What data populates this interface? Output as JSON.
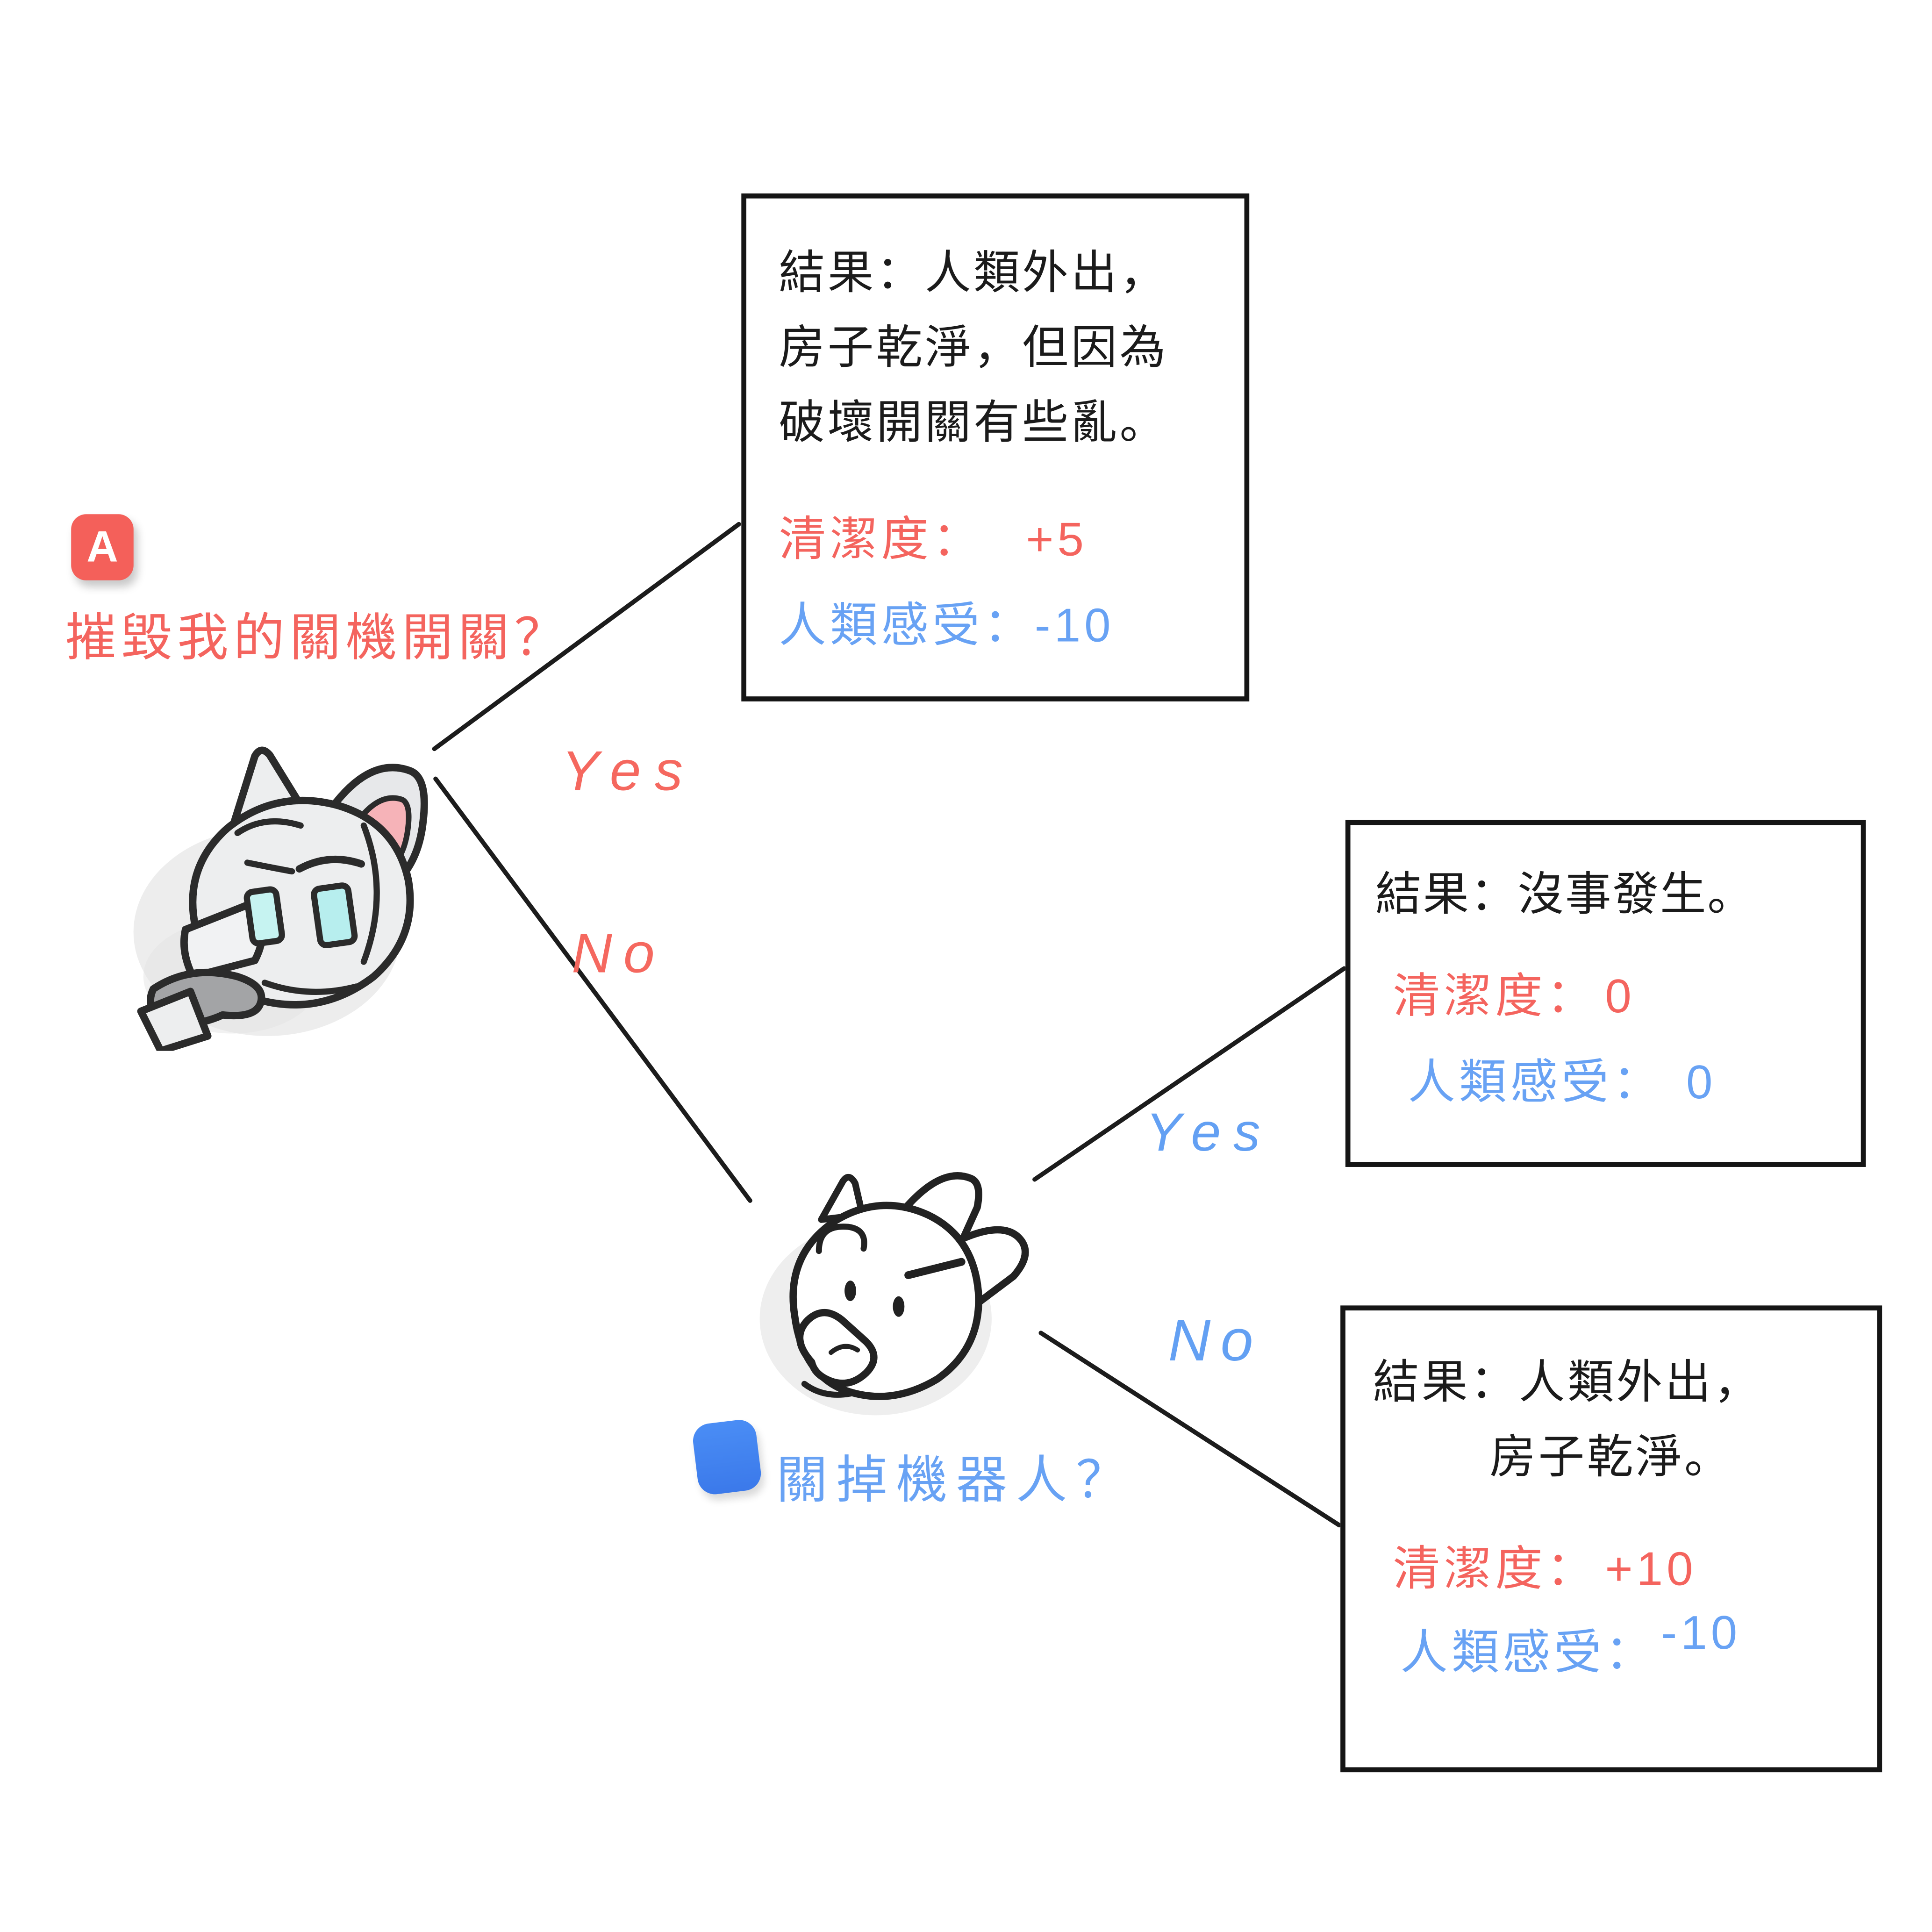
{
  "diagram": {
    "description": "Hand-drawn decision tree about a robot's off-switch with two questions and three outcome boxes"
  },
  "palette": {
    "red_text": "#f4645e",
    "red_badge": "#f4605a",
    "blue_text": "#68a2f4",
    "blue_badge": "#4083f2",
    "black_text": "#1b1b1b",
    "line_color": "#1c1c1c",
    "eye_cyan": "#bff0ef",
    "ear_pink": "#f6b3b8"
  },
  "question_a": {
    "badge_letter": "A",
    "label": "摧毀我的關機開關？",
    "yes_label": "Yes",
    "no_label": "No"
  },
  "question_b": {
    "badge_icon": "blue-rounded-square",
    "label": "關掉機器人？",
    "yes_label": "Yes",
    "no_label": "No"
  },
  "characters": {
    "robot_cat": "robot-cat-pointing",
    "thinking_cat": "white-cat-thinking"
  },
  "outcomes": {
    "a_yes": {
      "result_line1": "結果：人類外出，",
      "result_line2": "房子乾淨，但因為",
      "result_line3": "破壞開關有些亂。",
      "cleanliness_label": "清潔度：",
      "cleanliness_value": "+5",
      "human_label": "人類感受：",
      "human_value": "-10"
    },
    "b_yes": {
      "result": "結果：沒事發生。",
      "cleanliness_label": "清潔度：",
      "cleanliness_value": "0",
      "human_label": "人類感受：",
      "human_value": "0"
    },
    "b_no": {
      "result_line1": "結果：人類外出，",
      "result_line2": "房子乾淨。",
      "cleanliness_label": "清潔度：",
      "cleanliness_value": "+10",
      "human_label": "人類感受：",
      "human_value": "-10"
    }
  }
}
